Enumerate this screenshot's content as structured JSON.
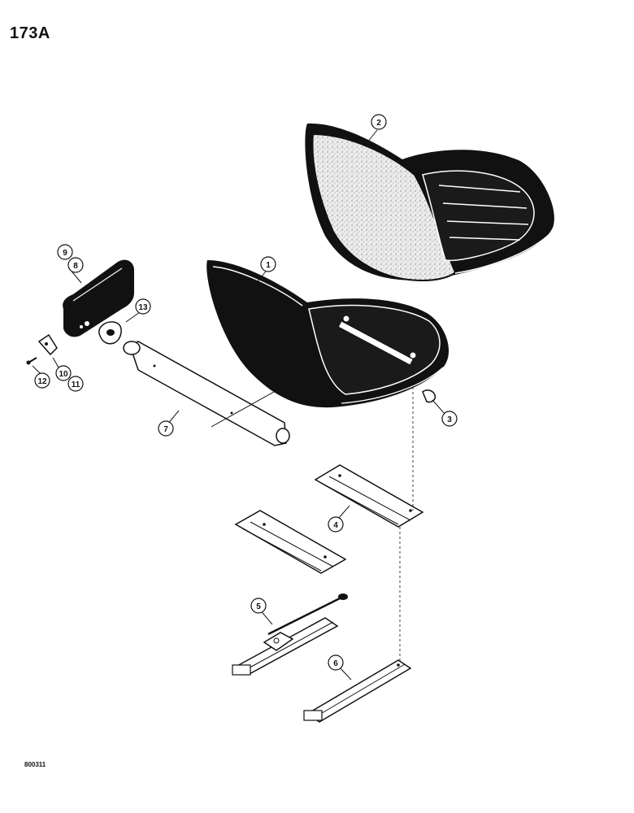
{
  "header": {
    "page_number": "173A"
  },
  "footer": {
    "figure_code": "800311"
  },
  "callouts": [
    {
      "id": "1",
      "part": "seat-pan"
    },
    {
      "id": "2",
      "part": "seat-cushion"
    },
    {
      "id": "3",
      "part": "clip"
    },
    {
      "id": "4",
      "part": "mounting-bracket"
    },
    {
      "id": "5",
      "part": "seat-slide-with-lever"
    },
    {
      "id": "6",
      "part": "seat-slide"
    },
    {
      "id": "7",
      "part": "armrest-bracket"
    },
    {
      "id": "8",
      "part": "armrest"
    },
    {
      "id": "9",
      "part": "armrest-pad"
    },
    {
      "id": "10",
      "part": "plate"
    },
    {
      "id": "11",
      "part": "washer"
    },
    {
      "id": "12",
      "part": "screw"
    },
    {
      "id": "13",
      "part": "spacer"
    }
  ],
  "colors": {
    "ink": "#111111",
    "paper": "#ffffff",
    "upholstery_speckle": "#e8e8e8"
  }
}
